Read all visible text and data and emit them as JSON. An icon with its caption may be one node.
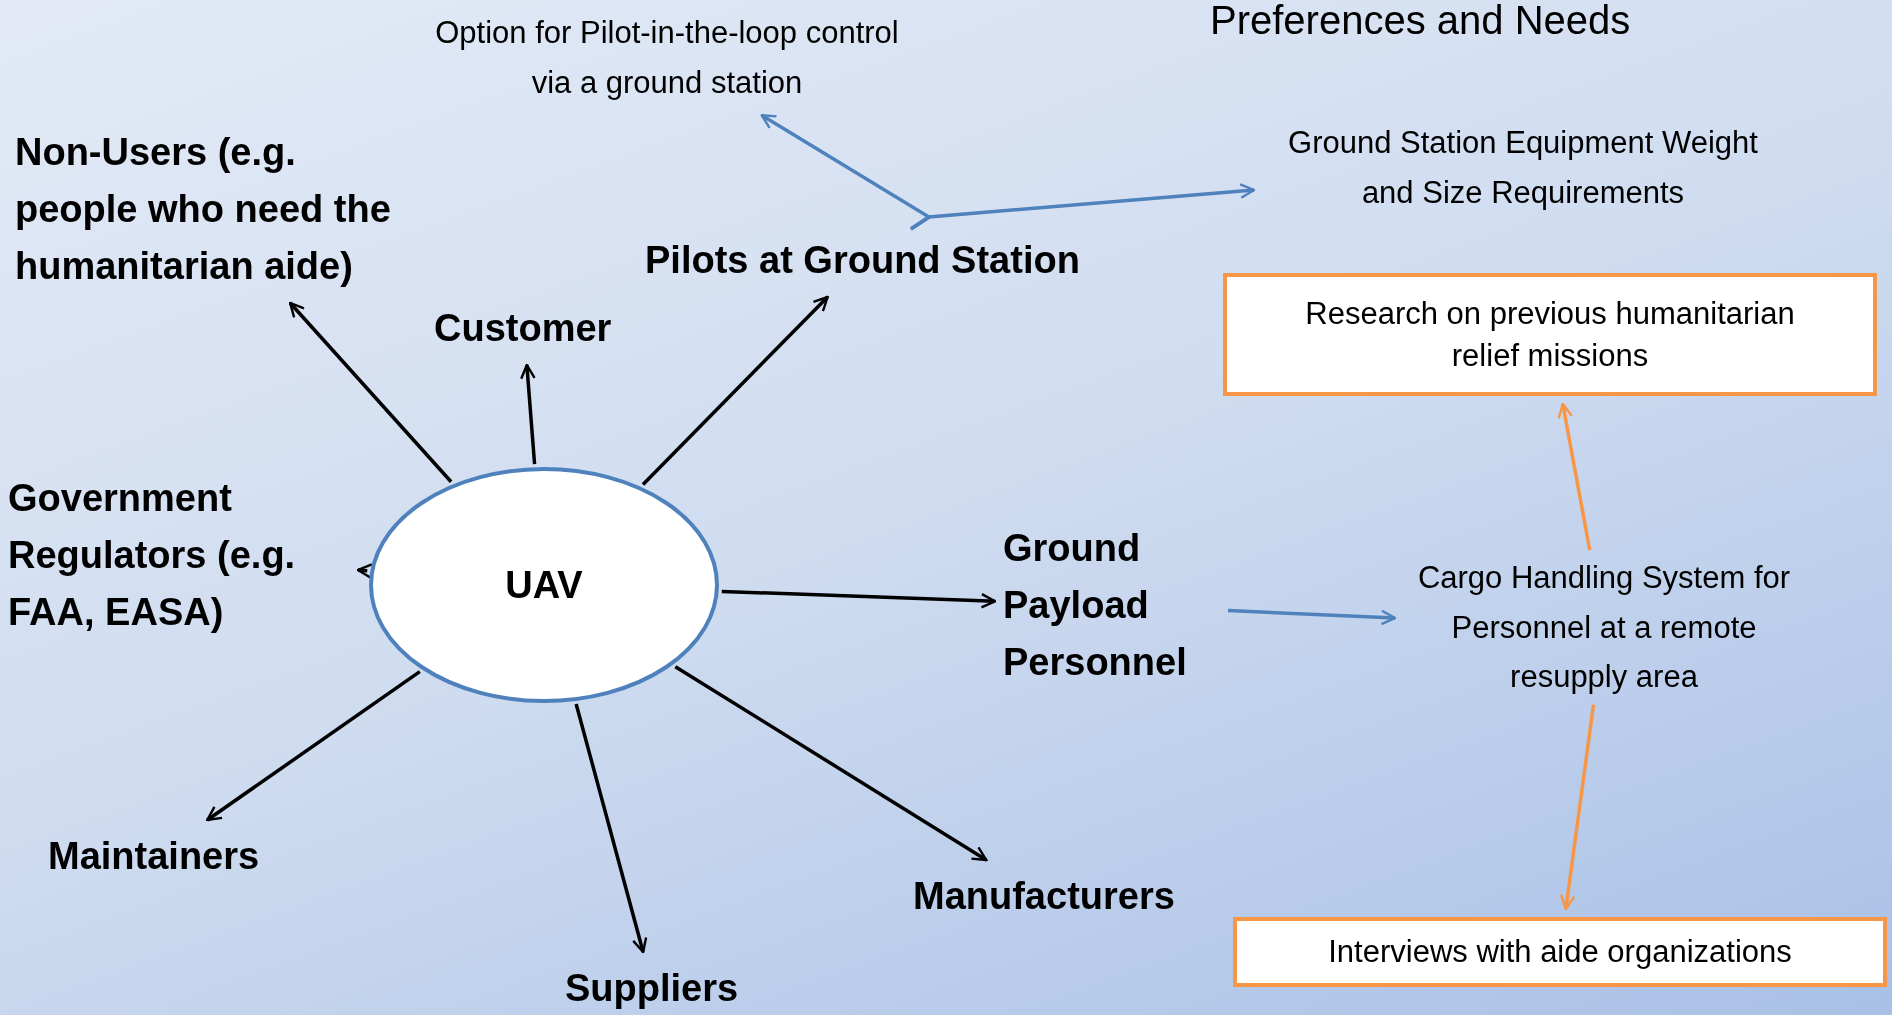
{
  "diagram": {
    "nodes": [
      {
        "text": [
          "Option for Pilot-in-the-loop control via a ground station"
        ]
      },
      {
        "text": [
          "Ground Station Equipment Weight and Size Requirements"
        ]
      },
      {
        "text": [
          "Non-Users (e.g. people who need the humanitarian aide)"
        ]
      },
      {
        "text": [
          "Pilots at Ground Station"
        ]
      },
      {
        "text": [
          "Customer"
        ]
      },
      {
        "text": [
          "Research on previous humanitarian relief missions"
        ]
      },
      {
        "text": [
          "Government Regulators (e.g. FAA, EASA)"
        ]
      },
      {
        "text": [
          "UAV"
        ]
      },
      {
        "text": [
          "Ground Payload Personnel"
        ]
      },
      {
        "text": [
          "Cargo Handling System for Personnel at a remote resupply area"
        ]
      },
      {
        "text": [
          "Maintainers"
        ]
      },
      {
        "text": [
          "Manufacturers"
        ]
      },
      {
        "text": [
          "Interviews with aide organizations"
        ]
      },
      {
        "text": [
          "Suppliers"
        ]
      }
    ],
    "edges": [
      {
        "from": 7,
        "to": 2,
        "arrow": "to"
      },
      {
        "from": 7,
        "to": 4,
        "arrow": "to"
      },
      {
        "from": 7,
        "to": 3,
        "arrow": "to"
      },
      {
        "from": 7,
        "to": 6,
        "arrow": "to"
      },
      {
        "from": 7,
        "to": 8,
        "arrow": "to"
      },
      {
        "from": 7,
        "to": 10,
        "arrow": "to"
      },
      {
        "from": 7,
        "to": 13,
        "arrow": "to"
      },
      {
        "from": 7,
        "to": 11,
        "arrow": "to"
      },
      {
        "from": 3,
        "to": 0,
        "arrow": "to",
        "color": "#4f81bd"
      },
      {
        "from": 3,
        "to": 1,
        "arrow": "to",
        "color": "#4f81bd"
      },
      {
        "from": 8,
        "to": 9,
        "arrow": "to",
        "color": "#4f81bd"
      },
      {
        "from": 9,
        "to": 5,
        "arrow": "to",
        "color": "#f79646"
      },
      {
        "from": 9,
        "to": 12,
        "arrow": "to",
        "color": "#f79646"
      }
    ],
    "labels": [
      "Preferences and Needs"
    ]
  }
}
